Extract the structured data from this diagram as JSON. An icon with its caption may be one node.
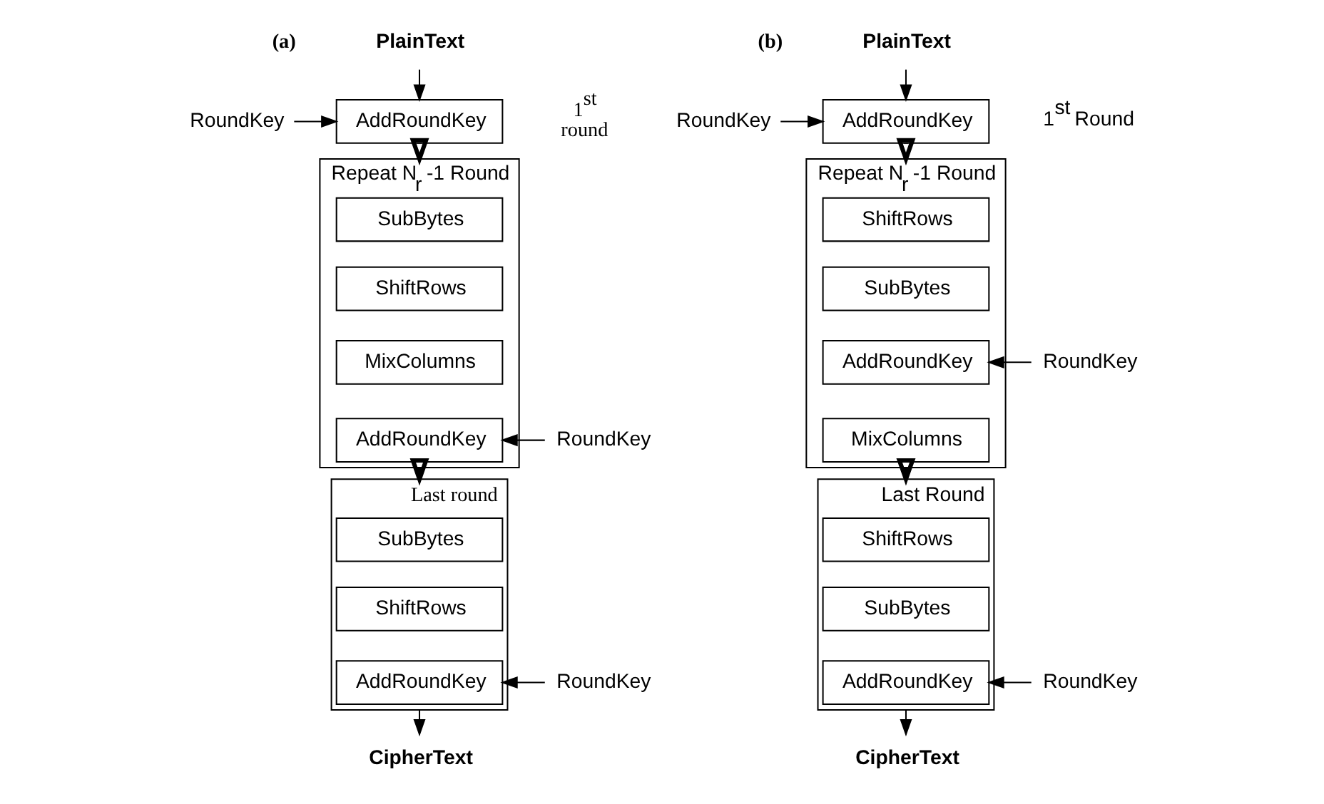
{
  "diagram": {
    "nodes": [
      {
        "text": [
          "PlainText"
        ]
      },
      {
        "text": [
          "RoundKey"
        ]
      },
      {
        "text": [
          "AddRoundKey"
        ],
        "beside": [
          "1$^{st}$ round"
        ]
      },
      {
        "text": [],
        "shape": "box",
        "beside": [
          "Repeat N$_{r}$ -1 Round"
        ]
      },
      {
        "text": [
          "SubBytes"
        ],
        "in": 3
      },
      {
        "text": [
          "ShiftRows"
        ],
        "in": 3
      },
      {
        "text": [
          "MixColumns"
        ],
        "in": 3
      },
      {
        "text": [
          "RoundKey"
        ]
      },
      {
        "text": [
          "AddRoundKey"
        ],
        "in": 3
      },
      {
        "text": [],
        "shape": "box",
        "beside": [
          "Last round"
        ]
      },
      {
        "text": [
          "SubBytes"
        ],
        "in": 9
      },
      {
        "text": [
          "ShiftRows"
        ],
        "in": 9
      },
      {
        "text": [
          "RoundKey"
        ]
      },
      {
        "text": [
          "AddRoundKey"
        ],
        "in": 9
      },
      {
        "text": [
          "CipherText"
        ]
      },
      {
        "text": [
          "PlainText"
        ]
      },
      {
        "text": [
          "RoundKey"
        ]
      },
      {
        "text": [
          "AddRoundKey"
        ],
        "beside": [
          "1$^{st}$ Round"
        ]
      },
      {
        "text": [],
        "shape": "box",
        "beside": [
          "Repeat N$_{r}$ -1 Round"
        ]
      },
      {
        "text": [
          "ShiftRows"
        ],
        "in": 18
      },
      {
        "text": [
          "SubBytes"
        ],
        "in": 18
      },
      {
        "text": [
          "RoundKey"
        ]
      },
      {
        "text": [
          "AddRoundKey"
        ],
        "in": 18
      },
      {
        "text": [
          "MixColumns"
        ],
        "in": 18
      },
      {
        "text": [],
        "shape": "box",
        "beside": [
          "Last Round"
        ]
      },
      {
        "text": [
          "ShiftRows"
        ],
        "in": 24
      },
      {
        "text": [
          "SubBytes"
        ],
        "in": 24
      },
      {
        "text": [
          "RoundKey"
        ]
      },
      {
        "text": [
          "AddRoundKey"
        ],
        "in": 24
      },
      {
        "text": [
          "CipherText"
        ]
      }
    ],
    "edges": [
      {
        "from": 0,
        "to": 2,
        "arrow": "to"
      },
      {
        "from": 1,
        "to": 2,
        "arrow": "to"
      },
      {
        "from": 2,
        "to": 3,
        "arrow": "to",
        "style": "thick"
      },
      {
        "from": 7,
        "to": 8,
        "arrow": "to"
      },
      {
        "from": 3,
        "to": 9,
        "arrow": "to",
        "style": "thick"
      },
      {
        "from": 12,
        "to": 13,
        "arrow": "to"
      },
      {
        "from": 9,
        "to": 14,
        "arrow": "to"
      },
      {
        "from": 15,
        "to": 17,
        "arrow": "to"
      },
      {
        "from": 16,
        "to": 17,
        "arrow": "to"
      },
      {
        "from": 17,
        "to": 18,
        "arrow": "to",
        "style": "thick"
      },
      {
        "from": 21,
        "to": 22,
        "arrow": "to"
      },
      {
        "from": 18,
        "to": 24,
        "arrow": "to",
        "style": "thick"
      },
      {
        "from": 27,
        "to": 28,
        "arrow": "to"
      },
      {
        "from": 24,
        "to": 29,
        "arrow": "to"
      }
    ],
    "labels": [
      "(a)",
      "(b)"
    ]
  }
}
